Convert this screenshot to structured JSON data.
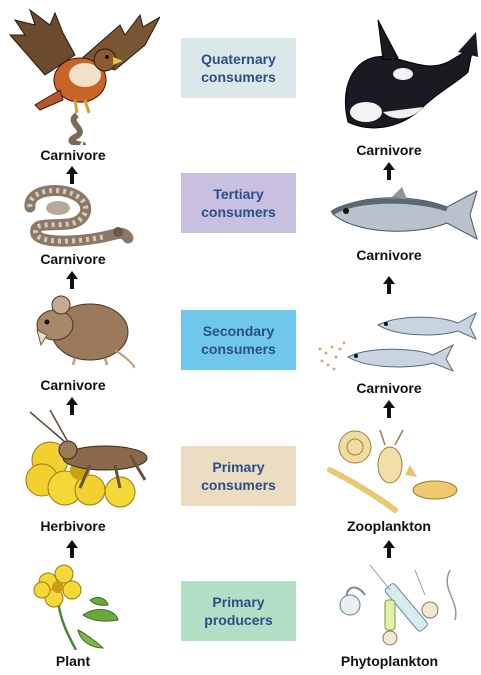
{
  "levels": [
    {
      "line1": "Quaternary",
      "line2": "consumers",
      "bg": "#dce7ea",
      "color": "#2a4f86"
    },
    {
      "line1": "Tertiary",
      "line2": "consumers",
      "bg": "#c9bfe0",
      "color": "#2a4f86"
    },
    {
      "line1": "Secondary",
      "line2": "consumers",
      "bg": "#6fc8ec",
      "color": "#2a4f86"
    },
    {
      "line1": "Primary",
      "line2": "consumers",
      "bg": "#ecdcc1",
      "color": "#2a4f86"
    },
    {
      "line1": "Primary",
      "line2": "producers",
      "bg": "#b4dfc7",
      "color": "#2a4f86"
    }
  ],
  "land": {
    "labels": [
      "Carnivore",
      "Carnivore",
      "Carnivore",
      "Herbivore",
      "Plant"
    ],
    "organisms": [
      "hawk",
      "snake",
      "mouse",
      "grasshopper",
      "plant"
    ]
  },
  "sea": {
    "labels": [
      "Carnivore",
      "Carnivore",
      "Carnivore",
      "Zooplankton",
      "Phytoplankton"
    ],
    "organisms": [
      "orca",
      "tuna",
      "fish",
      "zooplankton",
      "phytoplankton"
    ]
  },
  "icons": {
    "arrow": "arrow-up-icon"
  }
}
